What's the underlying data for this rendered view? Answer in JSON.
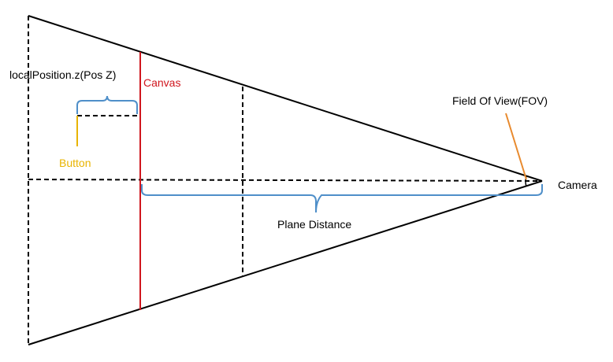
{
  "labels": {
    "local_position": "localPosition.z(Pos Z)",
    "canvas": "Canvas",
    "button": "Button",
    "field_of_view": "Field Of View(FOV)",
    "camera": "Camera",
    "plane_distance": "Plane Distance"
  },
  "colors": {
    "frustum": "#000000",
    "canvas": "#d0161e",
    "button": "#e8b400",
    "brace": "#4f8fc9",
    "fov_pointer": "#e88a2e",
    "text": "#000000"
  }
}
